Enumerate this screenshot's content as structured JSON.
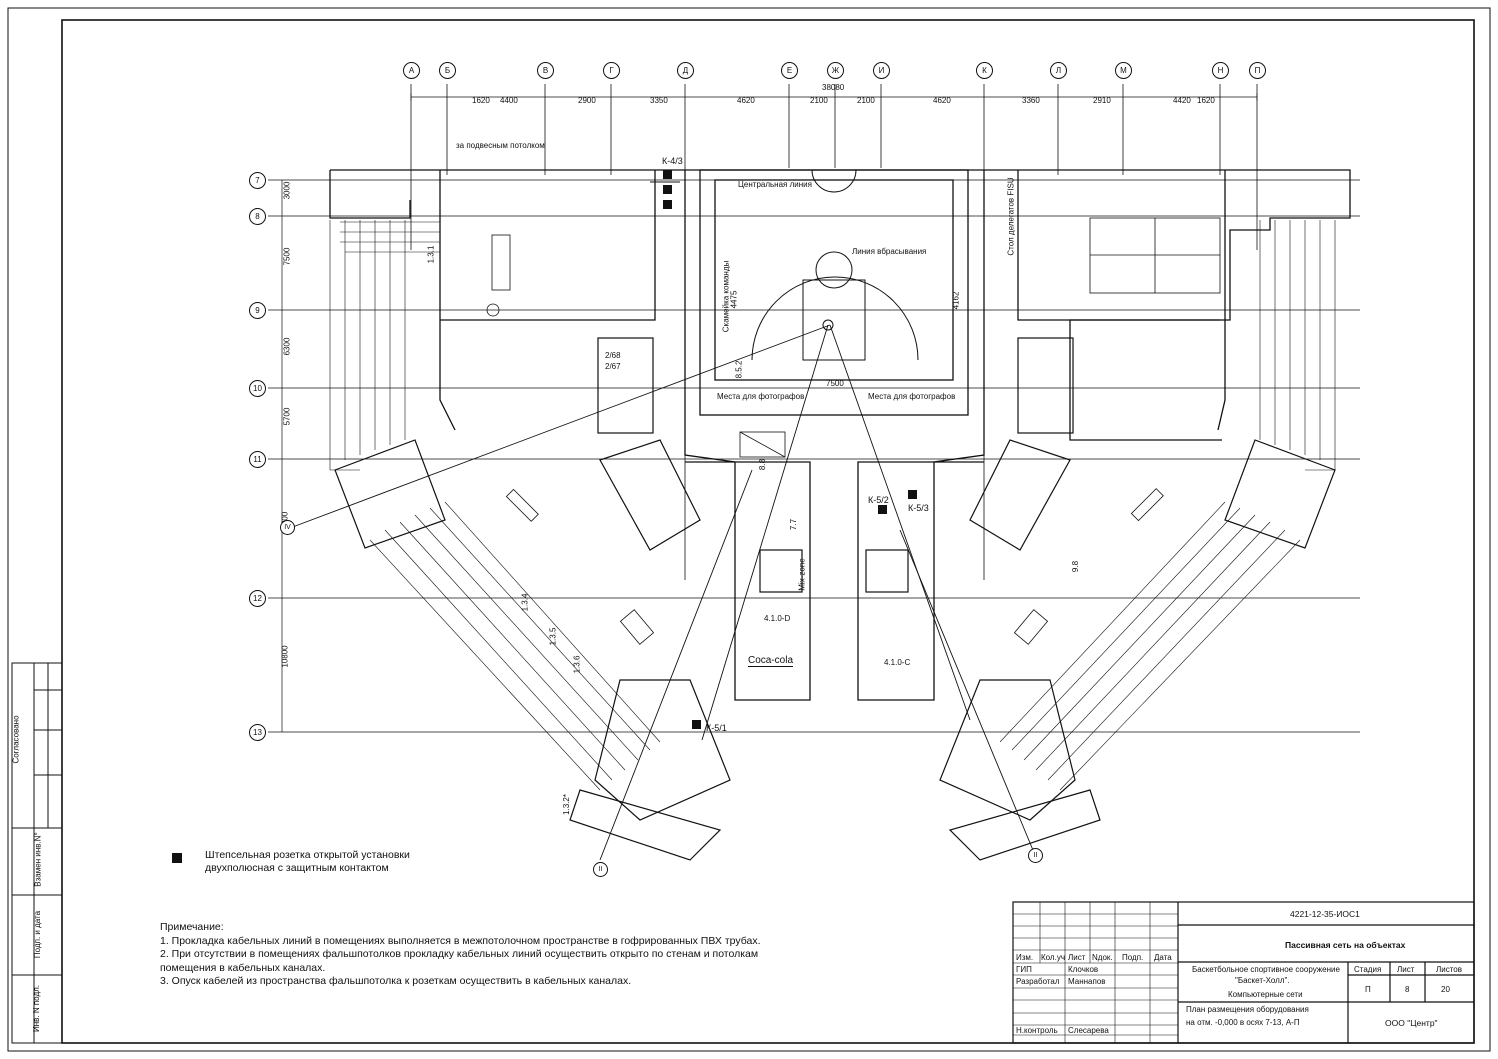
{
  "axes_letters": [
    "А",
    "Б",
    "В",
    "Г",
    "Д",
    "Е",
    "Ж",
    "И",
    "К",
    "Л",
    "М",
    "Н",
    "П"
  ],
  "axes_numbers": [
    "7",
    "8",
    "9",
    "10",
    "11",
    "12",
    "13"
  ],
  "dims_top_total": "38080",
  "dims_top": [
    "1620",
    "4400",
    "2900",
    "3350",
    "4620",
    "2100",
    "2100",
    "4620",
    "3360",
    "2910",
    "4420",
    "1620"
  ],
  "dims_left": [
    "3000",
    "7500",
    "6300",
    "5700",
    "11200",
    "10800"
  ],
  "labels": {
    "ceiling": "за подвесным потолком",
    "k43": "К-4/3",
    "k51": "К-5/1",
    "k52": "К-5/2",
    "k53": "К-5/3",
    "central_line": "Центральная линия",
    "throw_line": "Линия вбрасывания",
    "room_268": "2/68",
    "room_267": "2/67",
    "room_410d": "4.1.0-D",
    "room_410c": "4.1.0-C",
    "coca_cola": "Coca-cola",
    "photo_left": "Места для фотографов",
    "photo_right": "Места для фотографов",
    "mix_zone": "Mix-zone",
    "team_bench": "Скамейка команды",
    "judge_table": "Стол делегатов FISU",
    "r131": "1.3.1",
    "r134": "1.3.4",
    "r135": "1.3.5",
    "r136": "1.3.6",
    "r132": "1.3.2*",
    "d77": "7.7",
    "d88": "8.8",
    "d98": "9.8",
    "d852": "8.5.2",
    "d7500": "7500",
    "d4475": "4475",
    "d4162": "4162",
    "circle_II": "II",
    "circle_IV": "IV"
  },
  "legend": {
    "line1": "Штепсельная розетка открытой установки",
    "line2": "двухполюсная с защитным контактом"
  },
  "notes": {
    "title": "Примечание:",
    "n1": "1. Прокладка кабельных линий  в помещениях выполняется в   межпотолочном пространстве в гофрированных ПВХ трубах.",
    "n2": "2. При отсутствии  в помещениях фальшпотолков прокладку кабельных линий   осуществить открыто по стенам и потолкам",
    "n2b": "помещения в кабельных каналах.",
    "n3": "3. Опуск кабелей из пространства фальшпотолка к розеткам осуществить   в кабельных каналах."
  },
  "side_stamp": {
    "agreed": "Согласовано",
    "replace_inv": "Взамен инв.N°",
    "sign_date": "Подп. и дата",
    "inv_sign": "Инв. N подл."
  },
  "title_block": {
    "code": "4221-12-35-ИОС1",
    "section": "Пассивная сеть на объектах",
    "object1": "Баскетбольное спортивное сооружение",
    "object2": "\"Баскет-Холл\".",
    "object3": "Компьютерные сети",
    "sheet_title1": "План размещения оборудования",
    "sheet_title2": "на отм. -0,000  в осях 7-13, А-П",
    "org": "ООО \"Центр\"",
    "col_izm": "Изм.",
    "col_kol": "Кол.уч",
    "col_list": "Лист",
    "col_ndok": "Nдок.",
    "col_podp": "Подп.",
    "col_data": "Дата",
    "gip_role": "ГИП",
    "gip_name": "Клочков",
    "dev_role": "Разработал",
    "dev_name": "Маннапов",
    "nk_role": "Н.контроль",
    "nk_name": "Слесарева",
    "stage_h": "Стадия",
    "sheet_h": "Лист",
    "sheets_h": "Листов",
    "stage": "П",
    "sheet": "8",
    "sheets": "20"
  }
}
